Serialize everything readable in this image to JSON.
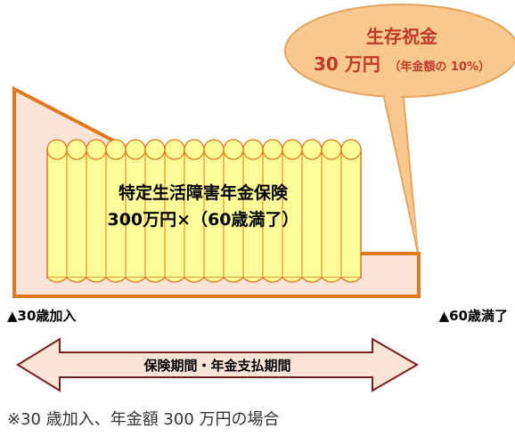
{
  "bubble": {
    "title": "生存祝金",
    "amount": "30 万円",
    "note": "（年金額の 10%）"
  },
  "insurance_box": {
    "line1": "特定生活障害年金保険",
    "line2": "300万円×（60歳満了）"
  },
  "markers": {
    "start": "▲30歳加入",
    "end": "▲60歳満了"
  },
  "period_arrow": {
    "label": "保険期間・年金支払期間"
  },
  "footnote": "※30 歳加入、年金額 300 万円の場合",
  "colors": {
    "area_fill": "#fce4d6",
    "area_stroke": "#e0781c",
    "scroll_fill": "#ffff99",
    "scroll_stroke": "#e0781c",
    "bubble_fill": "#f8c88e",
    "bubble_stroke": "#e3a560",
    "bubble_text": "#c0392b",
    "arrow_fill": "#fce4d6",
    "arrow_stroke": "#7a1e1e"
  }
}
